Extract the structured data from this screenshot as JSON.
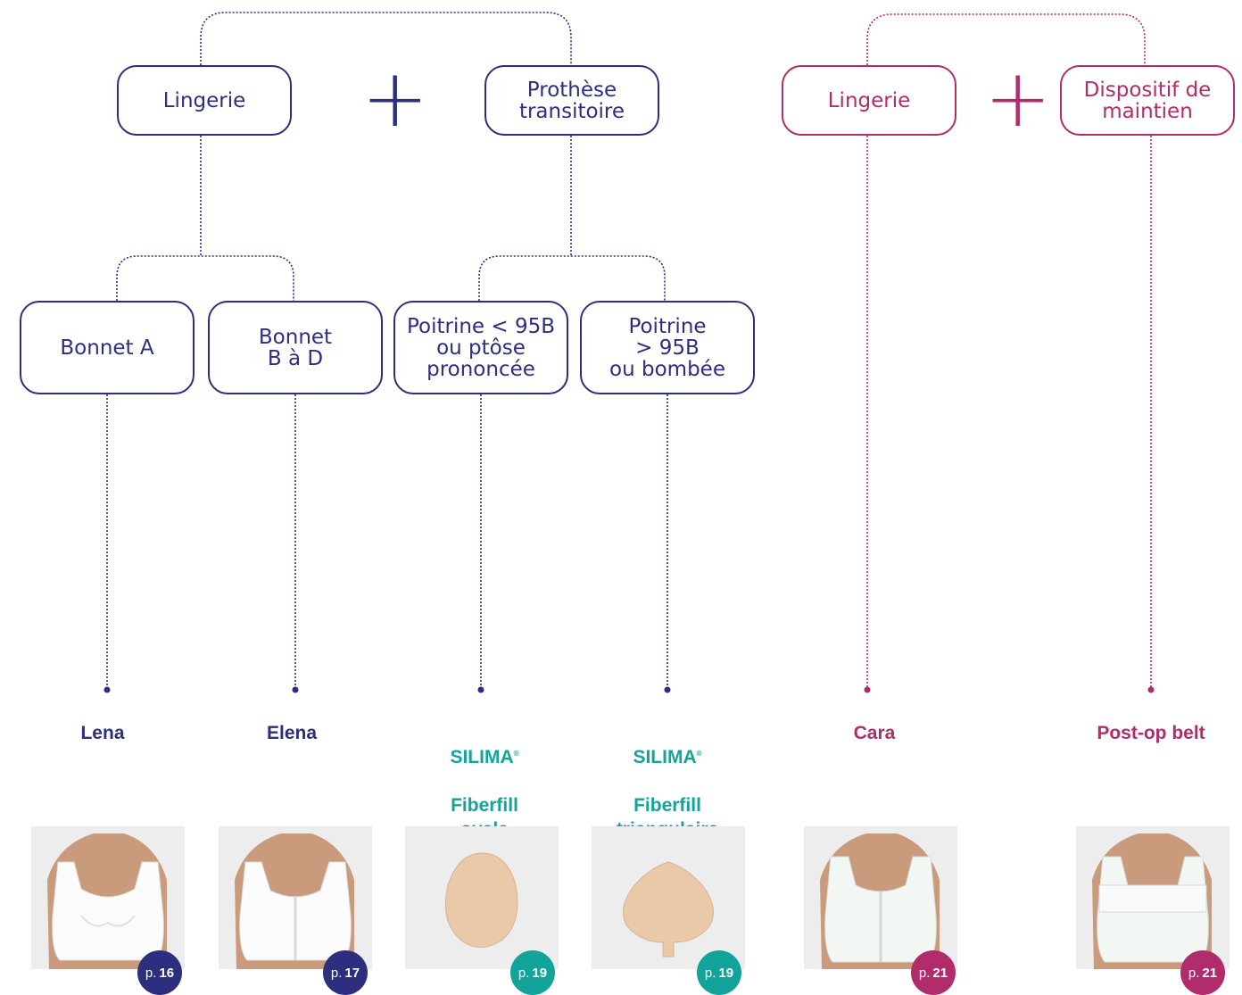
{
  "colors": {
    "navy": "#2d2f7e",
    "plum": "#b02c6b",
    "teal": "#12a39a"
  },
  "top_boxes": {
    "lingerie_left": "Lingerie",
    "prothese": "Prothèse\ntransitoire",
    "lingerie_right": "Lingerie",
    "dispositif": "Dispositif de\nmaintien"
  },
  "plus_symbol": "+",
  "mid_boxes": {
    "bonnet_a": "Bonnet A",
    "bonnet_bd": "Bonnet\nB à D",
    "poitrine_lt": "Poitrine < 95B\nou ptôse\nprononcée",
    "poitrine_gt": "Poitrine\n> 95B\nou bombée"
  },
  "products": [
    {
      "name": "Lena",
      "page_prefix": "p.",
      "page_num": "16"
    },
    {
      "name": "Elena",
      "page_prefix": "p.",
      "page_num": "17"
    },
    {
      "brand": "SILIMA",
      "reg": "®",
      "name": "Fiberfill\novale",
      "page_prefix": "p.",
      "page_num": "19"
    },
    {
      "brand": "SILIMA",
      "reg": "®",
      "name": "Fiberfill\ntriangulaire",
      "page_prefix": "p.",
      "page_num": "19"
    },
    {
      "name": "Cara",
      "page_prefix": "p.",
      "page_num": "21"
    },
    {
      "name": "Post-op belt",
      "page_prefix": "p.",
      "page_num": "21"
    }
  ]
}
